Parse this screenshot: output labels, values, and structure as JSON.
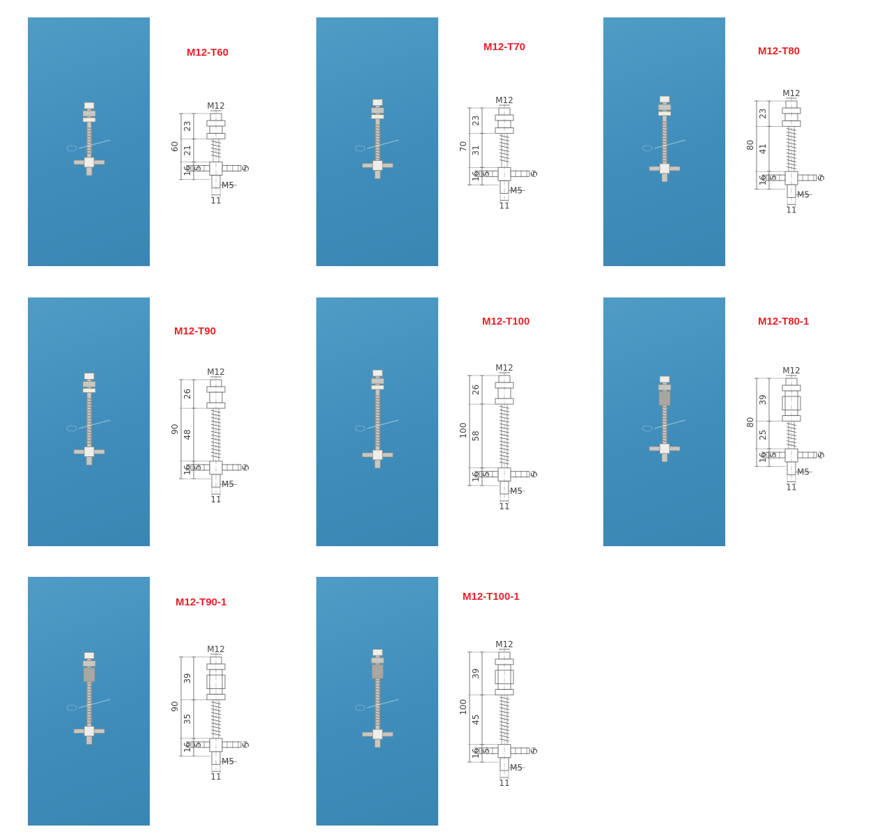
{
  "products": [
    {
      "model": "M12-T60",
      "total": "60",
      "thread": "M12",
      "base": "M5",
      "dims": [
        "23",
        "21",
        "16"
      ],
      "small": "5",
      "width": "11",
      "nuts": 1
    },
    {
      "model": "M12-T70",
      "total": "70",
      "thread": "M12",
      "base": "M5",
      "dims": [
        "23",
        "31",
        "16"
      ],
      "small": "5",
      "width": "11",
      "nuts": 1
    },
    {
      "model": "M12-T80",
      "total": "80",
      "thread": "M12",
      "base": "M5",
      "dims": [
        "23",
        "41",
        "16"
      ],
      "small": "5",
      "width": "11",
      "nuts": 1
    },
    {
      "model": "M12-T90",
      "total": "90",
      "thread": "M12",
      "base": "M5",
      "dims": [
        "26",
        "48",
        "16"
      ],
      "small": "5",
      "width": "11",
      "nuts": 1
    },
    {
      "model": "M12-T100",
      "total": "100",
      "thread": "M12",
      "base": "M5",
      "dims": [
        "26",
        "58",
        "16"
      ],
      "small": "5",
      "width": "11",
      "nuts": 1
    },
    {
      "model": "M12-T80-1",
      "total": "80",
      "thread": "M12",
      "base": "M5",
      "dims": [
        "39",
        "25",
        "16"
      ],
      "small": "5",
      "width": "11",
      "nuts": 2
    },
    {
      "model": "M12-T90-1",
      "total": "90",
      "thread": "M12",
      "base": "M5",
      "dims": [
        "39",
        "35",
        "16"
      ],
      "small": "5",
      "width": "11",
      "nuts": 2
    },
    {
      "model": "M12-T100-1",
      "total": "100",
      "thread": "M12",
      "base": "M5",
      "dims": [
        "39",
        "45",
        "16"
      ],
      "small": "5",
      "width": "11",
      "nuts": 2
    }
  ],
  "colors": {
    "photo_bg": "#4594c0",
    "title": "#e8202a",
    "line": "#555555"
  }
}
